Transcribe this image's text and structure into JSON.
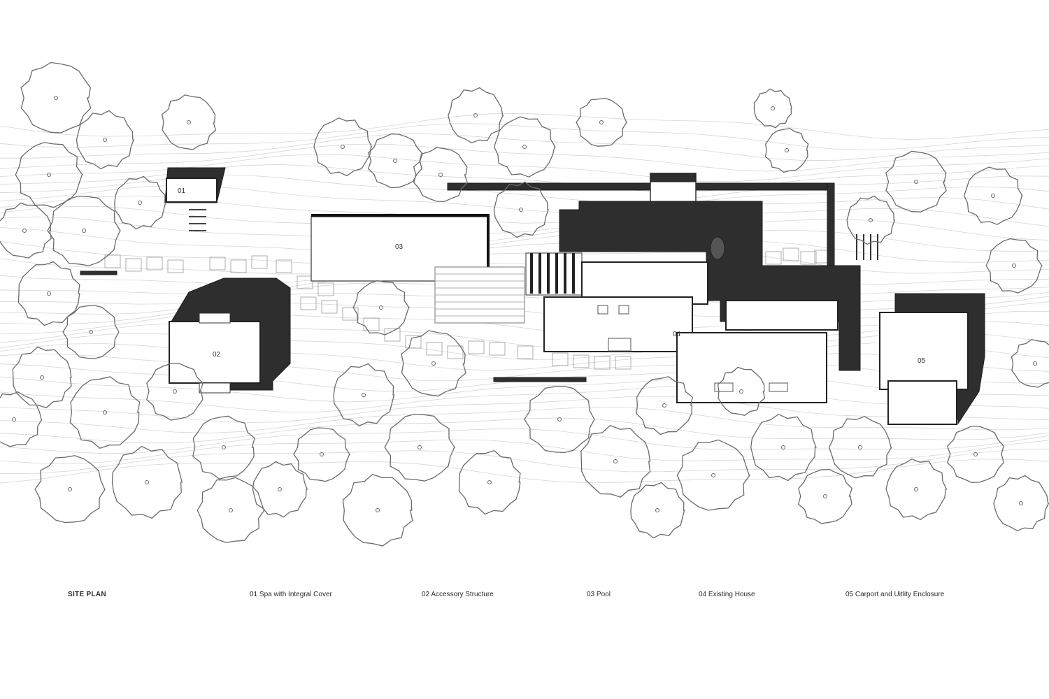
{
  "plan": {
    "labels": {
      "spa": "01",
      "accessory": "02",
      "pool": "03",
      "house": "04",
      "carport": "05"
    }
  },
  "legend": {
    "title": "SITE PLAN",
    "items": [
      "01 Spa with Integral Cover",
      "02 Accessory Structure",
      "03 Pool",
      "04 Existing House",
      "05 Carport and Uitlity Enclosure"
    ]
  }
}
